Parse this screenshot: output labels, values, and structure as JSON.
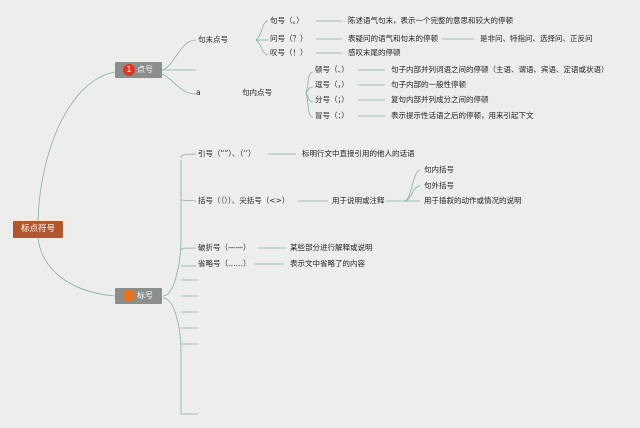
{
  "root": "标点符号",
  "branch1": {
    "num": "1",
    "label": "点号",
    "dot_color": "#e1331e"
  },
  "branch2": {
    "num": "",
    "label": "标号",
    "dot_color": "#e8741a"
  },
  "sentence_end": {
    "label": "句末点号",
    "items": [
      {
        "name": "句号（。）",
        "desc": "陈述语气句末，表示一个完整的意思和较大的停顿"
      },
      {
        "name": "问号（？）",
        "desc": "表疑问的语气和句末的停顿",
        "extra": "是非问、特指问、选择问、正反问"
      },
      {
        "name": "叹号（！）",
        "desc": "感叹末尾的停顿"
      }
    ]
  },
  "sentence_inner": {
    "marker": "a",
    "label": "句内点号",
    "items": [
      {
        "name": "顿号（、）",
        "desc": "句子内部并列词语之间的停顿（主语、谓语、宾语、定语或状语）"
      },
      {
        "name": "逗号（，）",
        "desc": "句子内部的一般性停顿"
      },
      {
        "name": "分号（；）",
        "desc": "复句内部并列成分之间的停顿"
      },
      {
        "name": "冒号（：）",
        "desc": "表示提示性话语之后的停顿，用来引起下文"
      }
    ]
  },
  "marks": {
    "quote": {
      "name": "引号（“”）、（‘’）",
      "desc": "标明行文中直接引用的他人的话语"
    },
    "bracket": {
      "name": "括号（（））、尖括号（<>）",
      "desc": "用于说明或注释",
      "subs": [
        "句内括号",
        "句外括号",
        "用于插叙的动作或情况的说明"
      ]
    },
    "dash": {
      "name": "破折号（——）",
      "desc": "某些部分进行解释或说明"
    },
    "ellipsis": {
      "name": "省略号（……）",
      "desc": "表示文中省略了的内容"
    }
  },
  "colors": {
    "line": "#7fb59a",
    "root": "#b4562b",
    "branch": "#8b8f8c"
  }
}
